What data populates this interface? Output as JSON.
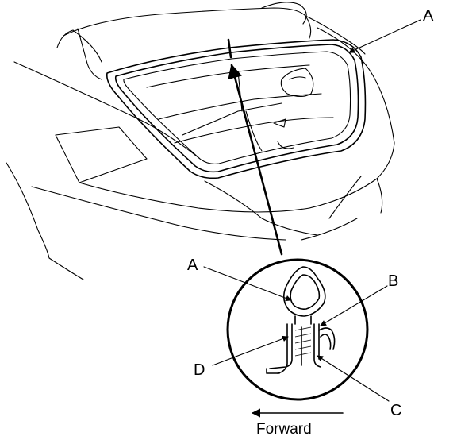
{
  "callouts": {
    "a_top": "A",
    "a_detail": "A",
    "b": "B",
    "c": "C",
    "d": "D"
  },
  "direction_label": "Forward"
}
